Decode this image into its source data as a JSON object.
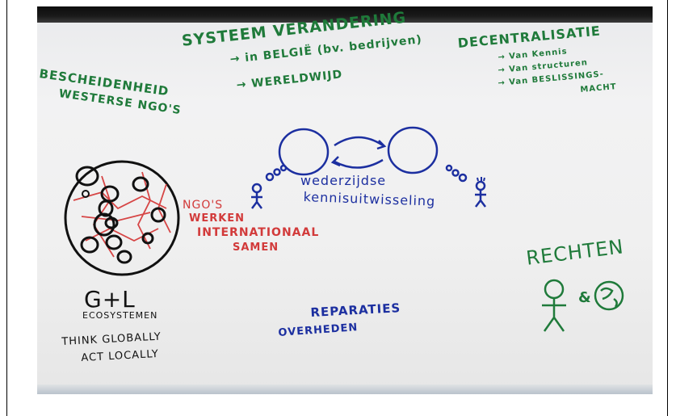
{
  "flipchart": {
    "systeem": {
      "title": "SYSTEEM VERANDERING",
      "line1": "→ in BELGIË (bv. bedrijven)",
      "line2": "→ WERELDWIJD"
    },
    "decentralisatie": {
      "title": "DECENTRALISATIE",
      "items": [
        "→ Van Kennis",
        "→ Van structuren",
        "→ Van BESLISSINGS-",
        "MACHT"
      ]
    },
    "bescheidenheid": {
      "line1": "BESCHEIDENHEID",
      "line2": "WESTERSE NGO's"
    },
    "kennis": {
      "line1": "wederzijdse",
      "line2": "kennisuitwisseling"
    },
    "ngo": {
      "line1": "NGO's",
      "line2": "WERKEN",
      "line3": "INTERNATIONAAL",
      "line4": "SAMEN"
    },
    "gl": {
      "title": "G+L",
      "line1": "ECOSYSTEMEN",
      "line2": "THINK GLOBALLY",
      "line3": "ACT LOCALLY"
    },
    "rechten": {
      "title": "RECHTEN",
      "symbol": "&"
    },
    "reparaties": {
      "line1": "REPARATIES",
      "line2": "OVERHEDEN"
    },
    "colors": {
      "green": "#1f7a3a",
      "blue": "#1c2fa0",
      "red": "#d23a3a",
      "black": "#111111",
      "paper": "#f0f0f0"
    }
  }
}
